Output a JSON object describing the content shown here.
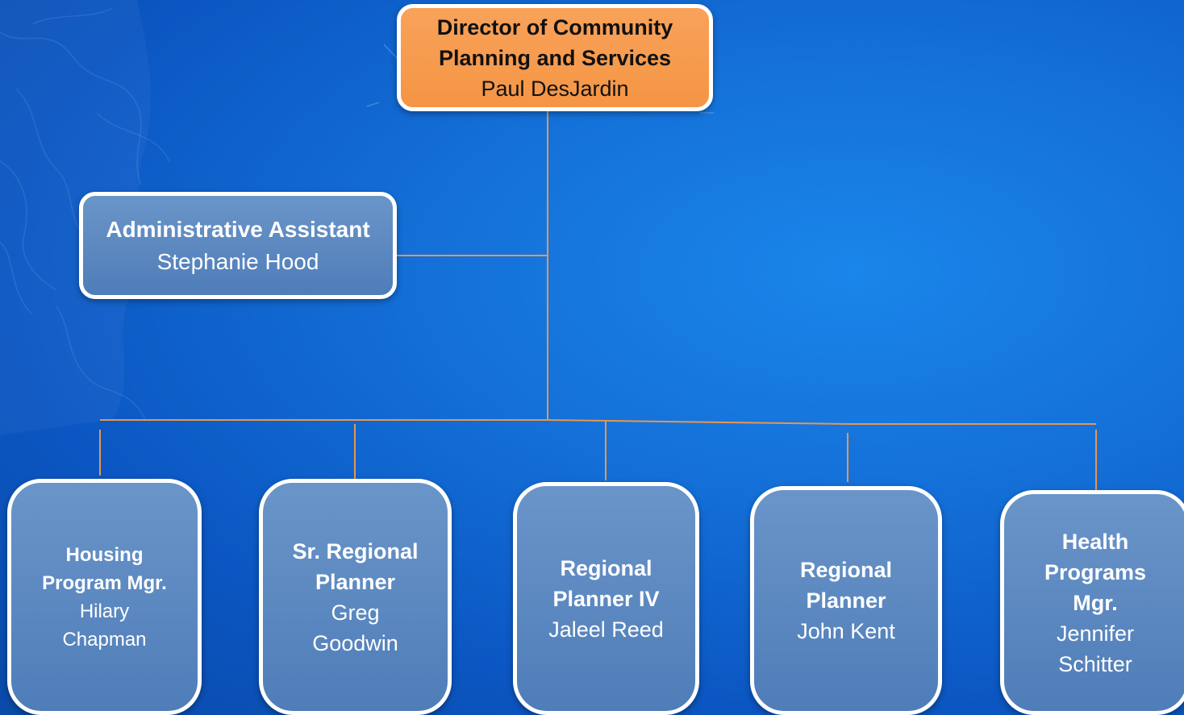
{
  "colors": {
    "background": "#1470d8",
    "director_fill": "#f49544",
    "node_fill": "#5a87c0",
    "connector": "#e8964e",
    "border": "#ffffff"
  },
  "director": {
    "title_line1": "Director of Community",
    "title_line2": "Planning and Services",
    "name": "Paul DesJardin"
  },
  "admin": {
    "title": "Administrative Assistant",
    "name": "Stephanie Hood"
  },
  "staff": [
    {
      "title_lines": [
        "Housing",
        "Program Mgr."
      ],
      "name_lines": [
        "Hilary",
        "Chapman"
      ]
    },
    {
      "title_lines": [
        "Sr. Regional",
        "Planner"
      ],
      "name_lines": [
        "Greg",
        "Goodwin"
      ]
    },
    {
      "title_lines": [
        "Regional",
        "Planner IV"
      ],
      "name_lines": [
        "Jaleel Reed"
      ]
    },
    {
      "title_lines": [
        "Regional",
        "Planner"
      ],
      "name_lines": [
        "John Kent"
      ]
    },
    {
      "title_lines": [
        "Health",
        "Programs",
        "Mgr."
      ],
      "name_lines": [
        "Jennifer",
        "Schitter"
      ]
    }
  ]
}
